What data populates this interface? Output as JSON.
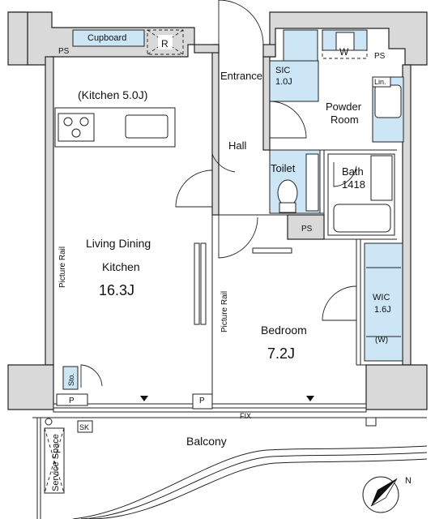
{
  "rooms": {
    "kitchen": "(Kitchen 5.0J)",
    "ldk_line1": "Living Dining",
    "ldk_line2": "Kitchen",
    "ldk_size": "16.3J",
    "entrance": "Entrance",
    "sic": "SIC",
    "sic_size": "1.0J",
    "powder_line1": "Powder",
    "powder_line2": "Room",
    "hall": "Hall",
    "toilet": "Toilet",
    "bath": "Bath",
    "bath_size": "1418",
    "bedroom": "Bedroom",
    "bedroom_size": "7.2J",
    "wic": "WIC",
    "wic_size": "1.6J",
    "wic_w": "(W)",
    "balcony": "Balcony",
    "service_space": "Service Space"
  },
  "labels": {
    "cupboard": "Cupboard",
    "r": "R",
    "w": "W",
    "ps": "PS",
    "lin": "Lin.",
    "sto": "Sto.",
    "p": "P",
    "sk": "SK",
    "fix": "FIX",
    "picture_rail": "Picture Rail",
    "north": "N"
  },
  "colors": {
    "wall_fill": "#d9d9d9",
    "storage_fill": "#cde6f5"
  }
}
